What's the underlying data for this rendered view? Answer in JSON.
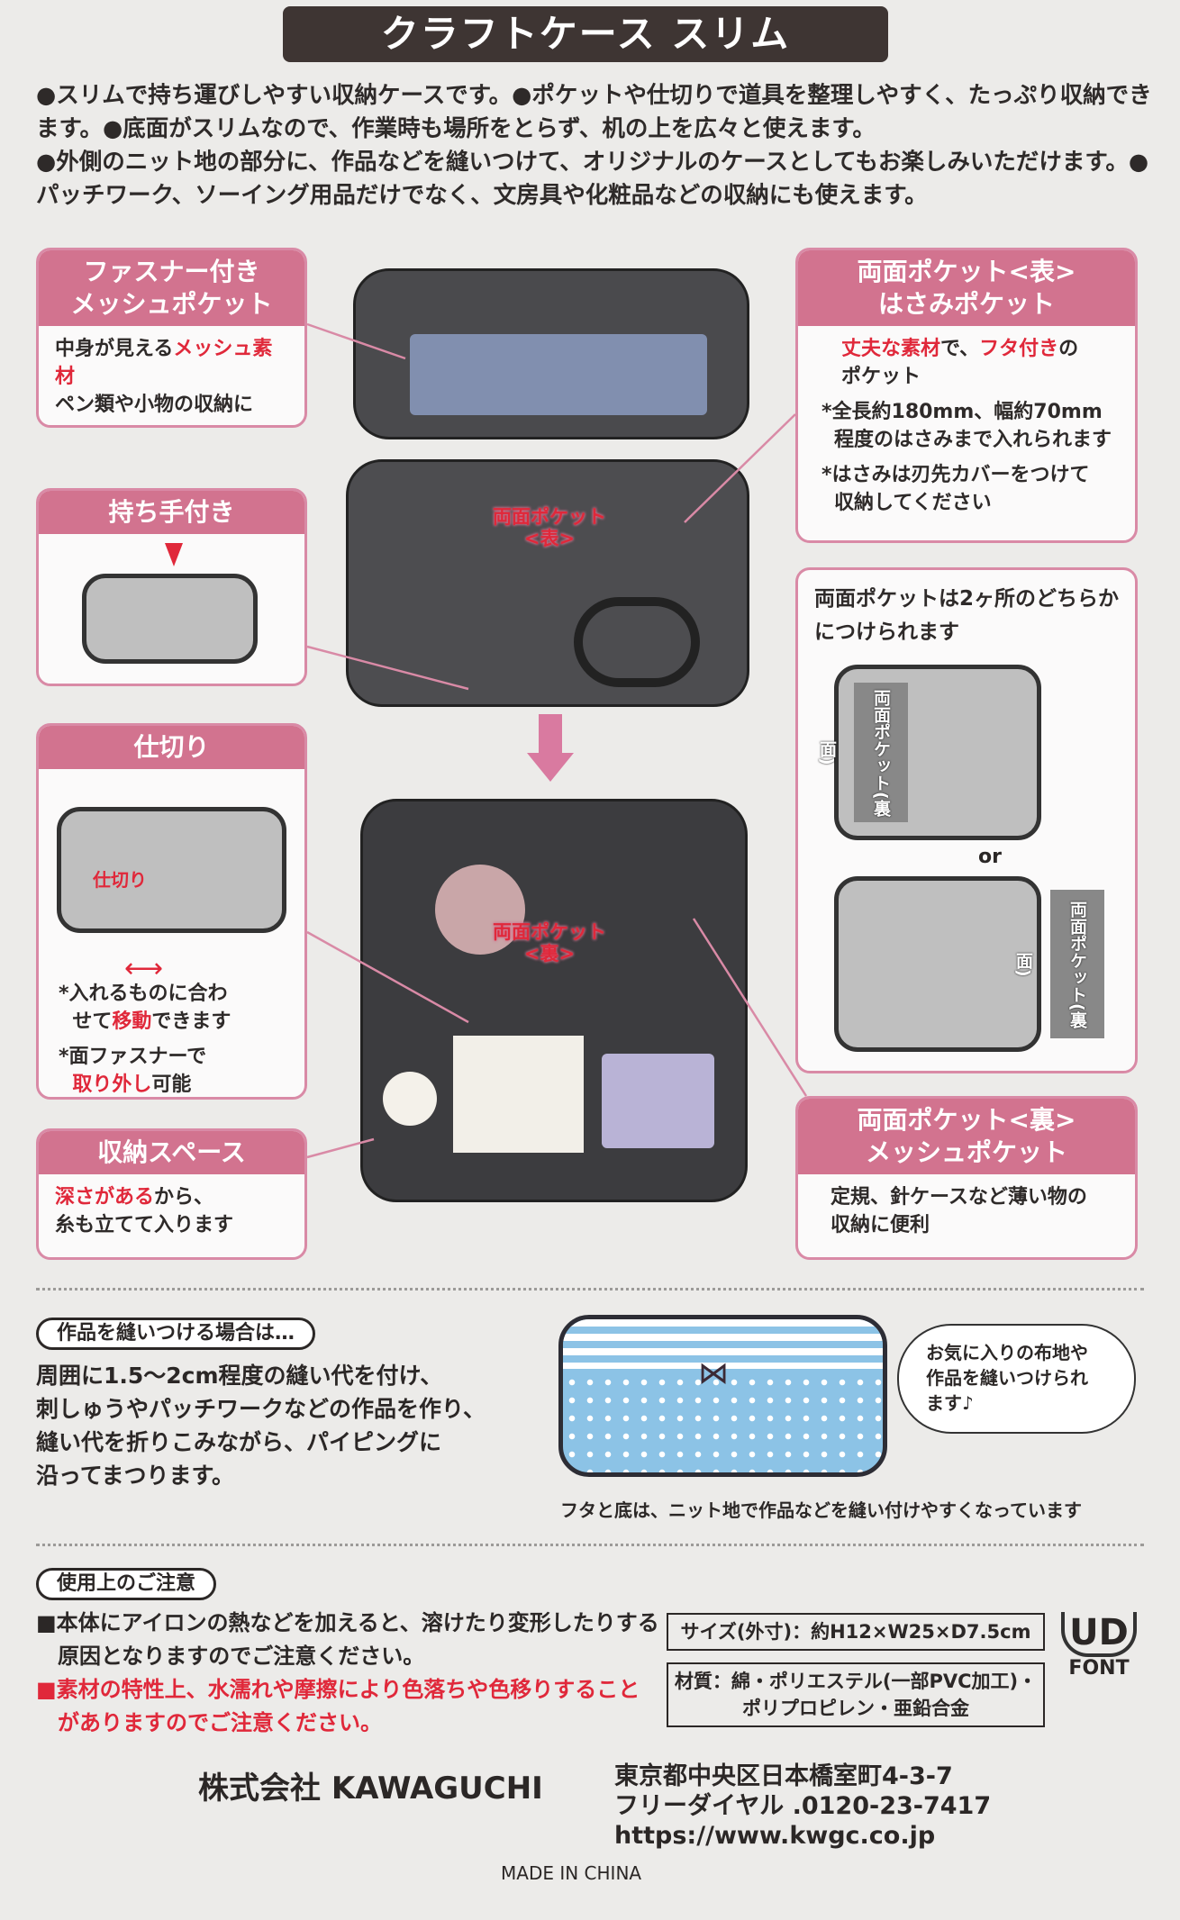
{
  "title": "クラフトケース スリム",
  "intro": [
    "●スリムで持ち運びしやすい収納ケースです。●ポケットや仕切りで道具を整理しやすく、たっぷり収納できます。●底面がスリムなので、作業時も場所をとらず、机の上を広々と使えます。",
    "●外側のニット地の部分に、作品などを縫いつけて、オリジナルのケースとしてもお楽しみいただけます。●パッチワーク、ソーイング用品だけでなく、文房具や化粧品などの収納にも使えます。"
  ],
  "left_cards": {
    "mesh": {
      "title1": "ファスナー付き",
      "title2": "メッシュポケット",
      "line1_a": "中身が見える",
      "line1_red": "メッシュ素材",
      "line2": "ペン類や小物の収納に"
    },
    "handle": {
      "title": "持ち手付き"
    },
    "divider": {
      "title": "仕切り",
      "inner_label": "仕切り",
      "note1_a": "*入れるものに合わ",
      "note1_b": "せて",
      "note1_red": "移動",
      "note1_c": "できます",
      "note2_a": "*面ファスナーで",
      "note2_red": "取り外し",
      "note2_b": "可能"
    },
    "storage": {
      "title": "収納スペース",
      "line1_red": "深さがある",
      "line1_b": "から、",
      "line2": "糸も立てて入ります"
    }
  },
  "photo_labels": {
    "front": {
      "l1": "両面ポケット",
      "l2": "<表>"
    },
    "back": {
      "l1": "両面ポケット",
      "l2": "<裏>"
    }
  },
  "right_cards": {
    "front": {
      "title1": "両面ポケット<表>",
      "title2": "はさみポケット",
      "red1": "丈夫な素材",
      "t1": "で、",
      "red2": "フタ付き",
      "t2": "の",
      "t3": "ポケット",
      "note1a": "*全長約180mm、幅約70mm",
      "note1b": "程度のはさみまで入れられます",
      "note2a": "*はさみは刃先カバーをつけて",
      "note2b": "収納してください"
    },
    "position": {
      "text1": "両面ポケットは2ヶ所のどちらか",
      "text2": "につけられます",
      "pocket_label": "両面ポケット(裏面)",
      "or": "or"
    },
    "back": {
      "title1": "両面ポケット<裏>",
      "title2": "メッシュポケット",
      "line1": "定規、針ケースなど薄い物の",
      "line2": "収納に便利"
    }
  },
  "sewing": {
    "heading": "作品を縫いつける場合は…",
    "lines": [
      "周囲に1.5～2cm程度の縫い代を付け、",
      "刺しゅうやパッチワークなどの作品を作り、",
      "縫い代を折りこみながら、パイピングに",
      "沿ってまつります。"
    ],
    "bubble": [
      "お気に入りの布地や",
      "作品を縫いつけられ",
      "ます♪"
    ],
    "caption": "フタと底は、ニット地で作品などを縫い付けやすくなっています"
  },
  "caution": {
    "heading": "使用上のご注意",
    "note1": [
      "■本体にアイロンの熱などを加えると、溶けたり変形したりする",
      "原因となりますのでご注意ください。"
    ],
    "note2": [
      "■素材の特性上、水濡れや摩擦により色落ちや色移りすること",
      "がありますのでご注意ください。"
    ],
    "size": "サイズ(外寸)：約H12×W25×D7.5cm",
    "material": [
      "材質：綿・ポリエステル(一部PVC加工)・",
      "ポリプロピレン・亜鉛合金"
    ],
    "ud_logo": "UD FONT"
  },
  "company": {
    "name": "株式会社 KAWAGUCHI",
    "address": "東京都中央区日本橋室町4-3-7",
    "phone": "フリーダイヤル .0120-23-7417",
    "url": "https://www.kwgc.co.jp",
    "origin": "MADE IN CHINA"
  },
  "colors": {
    "pink": "#d2738f",
    "red": "#e0283a",
    "dark": "#3e3533"
  }
}
